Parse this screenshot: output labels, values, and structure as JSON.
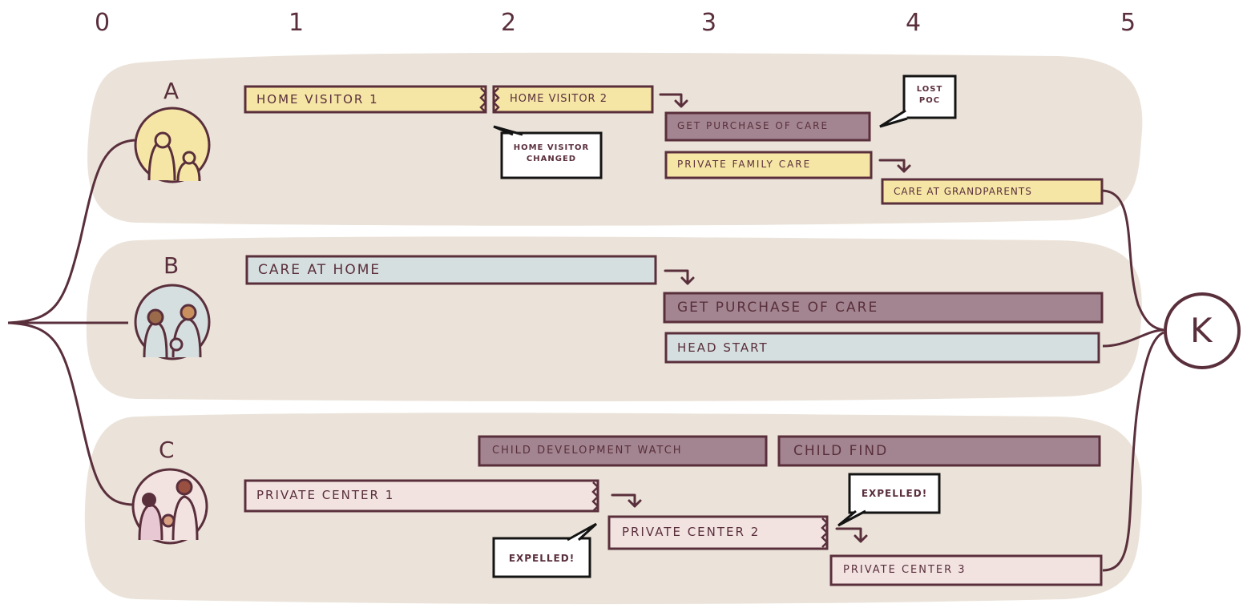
{
  "axis_ticks": [
    "0",
    "1",
    "2",
    "3",
    "4",
    "5"
  ],
  "rows": [
    {
      "letter": "A"
    },
    {
      "letter": "B"
    },
    {
      "letter": "C"
    }
  ],
  "bars": {
    "home_visitor_1": "HOME VISITOR 1",
    "home_visitor_2": "HOME VISITOR 2",
    "a_get_purchase": "GET PURCHASE OF CARE",
    "a_private_family": "PRIVATE FAMILY CARE",
    "a_grandparents": "CARE AT GRANDPARENTS",
    "b_care_at_home": "CARE AT HOME",
    "b_get_purchase": "GET PURCHASE OF CARE",
    "b_head_start": "HEAD START",
    "c_child_dev_watch": "CHILD DEVELOPMENT WATCH",
    "c_child_find": "CHILD FIND",
    "c_private_center_1": "PRIVATE CENTER 1",
    "c_private_center_2": "PRIVATE CENTER 2",
    "c_private_center_3": "PRIVATE CENTER 3"
  },
  "bubbles": {
    "lost_poc": "LOST\nPOC",
    "home_visitor_changed": "HOME VISITOR\nCHANGED",
    "expelled_1": "EXPELLED!",
    "expelled_2": "EXPELLED!"
  },
  "end_node": "K",
  "colors": {
    "ink": "#5a2f3c",
    "band": "#ebe3d9",
    "yellow": "#f5e6a6",
    "grey_blue": "#d6dfdf",
    "mauve": "#a28590",
    "pink": "#f2e3e1"
  }
}
